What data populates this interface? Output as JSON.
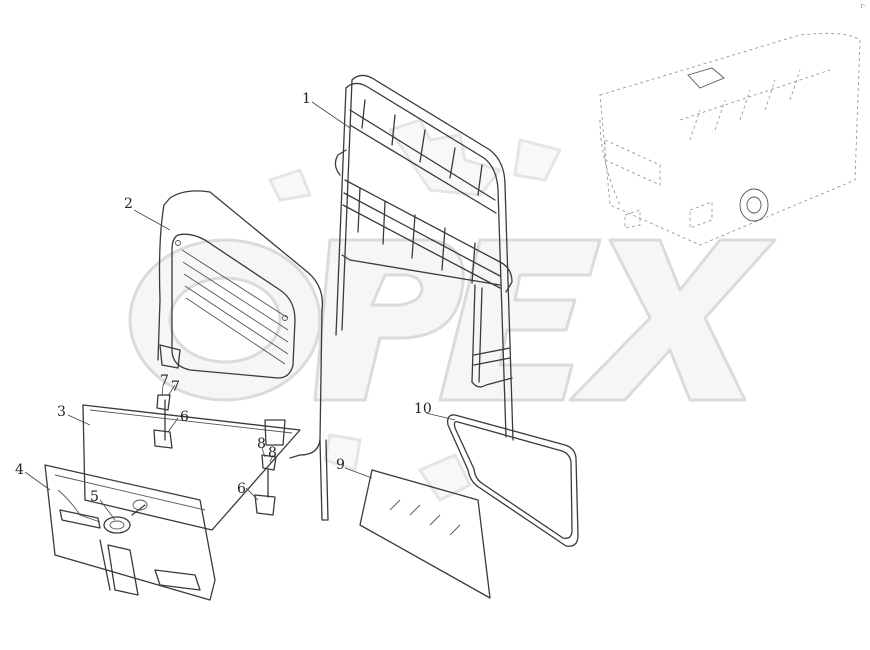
{
  "diagram": {
    "watermark_text": "OPEX",
    "corner_mark": "r·",
    "colors": {
      "line": "#3a3a3a",
      "watermark_fill": "#eeeeee",
      "watermark_stroke": "#bdbdbd",
      "background": "#ffffff"
    },
    "callouts": [
      {
        "id": "1",
        "text": "1"
      },
      {
        "id": "2",
        "text": "2"
      },
      {
        "id": "3",
        "text": "3"
      },
      {
        "id": "4",
        "text": "4"
      },
      {
        "id": "5",
        "text": "5"
      },
      {
        "id": "6a",
        "text": "6"
      },
      {
        "id": "6b",
        "text": "6"
      },
      {
        "id": "7a",
        "text": "7"
      },
      {
        "id": "7b",
        "text": "7"
      },
      {
        "id": "8a",
        "text": "8"
      },
      {
        "id": "8b",
        "text": "8"
      },
      {
        "id": "9",
        "text": "9"
      },
      {
        "id": "10",
        "text": "10"
      }
    ]
  }
}
